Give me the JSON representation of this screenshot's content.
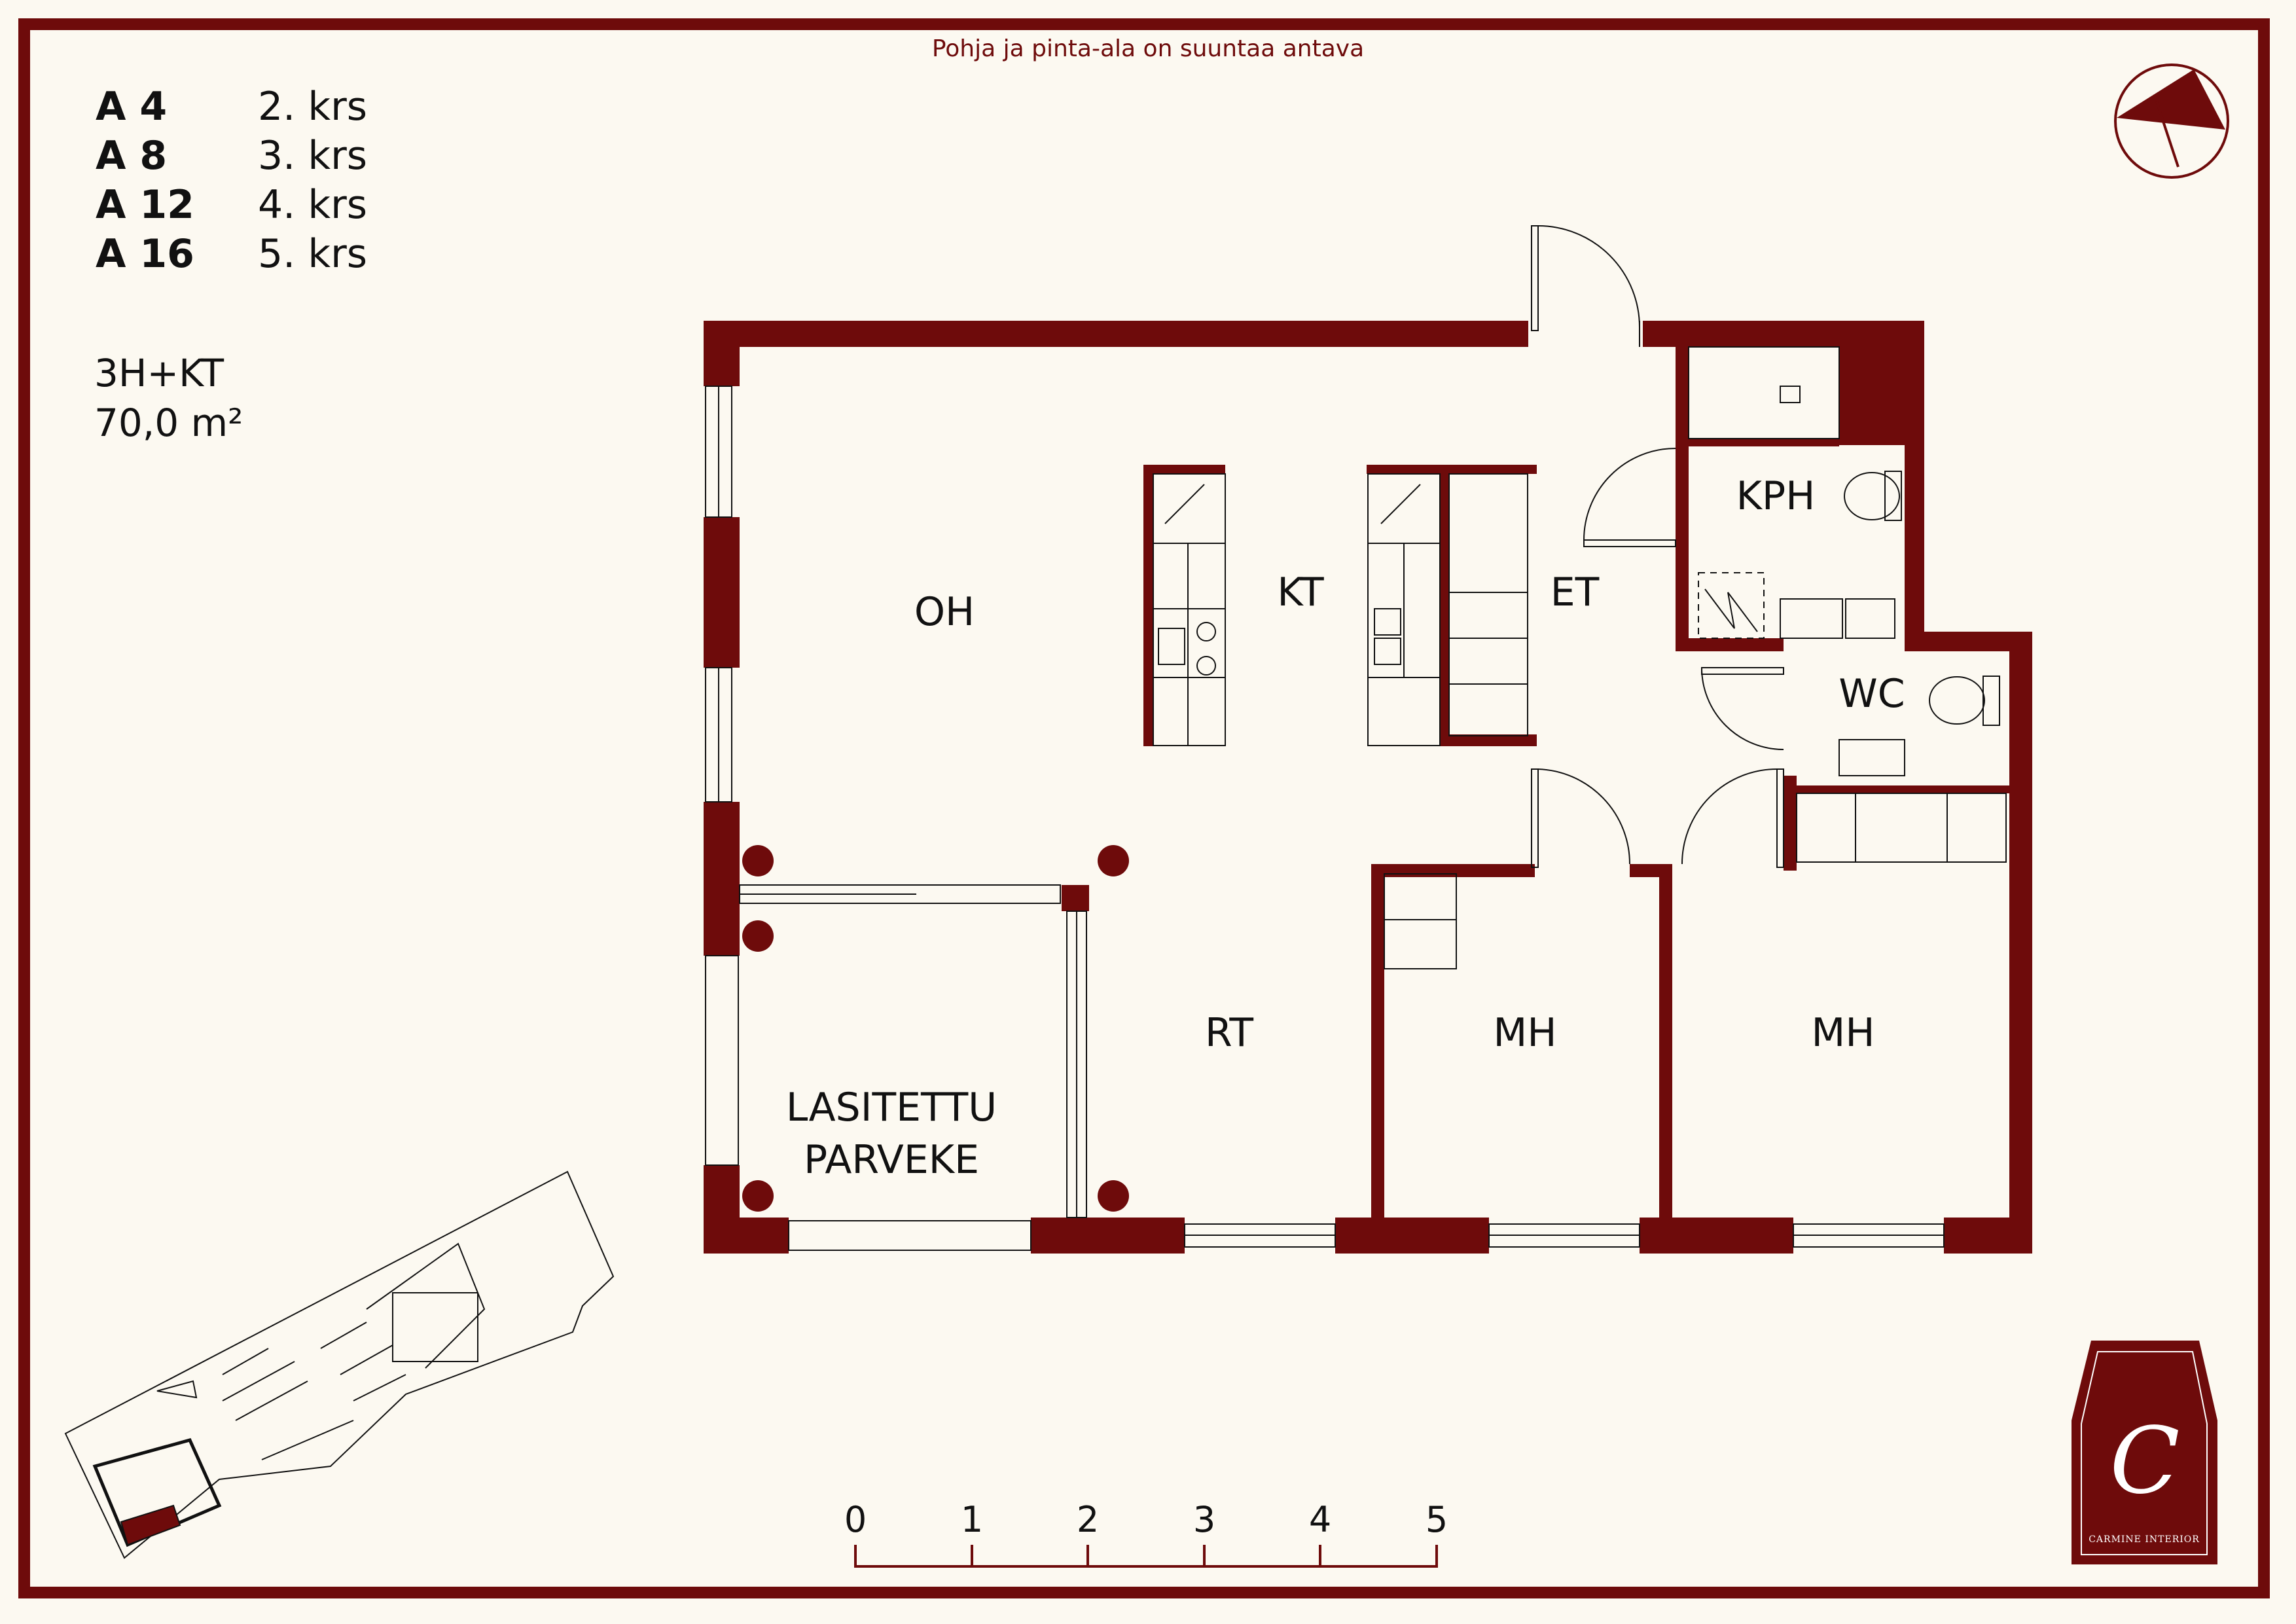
{
  "notice": "Pohja ja pinta-ala on suuntaa antava",
  "units": [
    {
      "code": "A 4",
      "floor": "2. krs"
    },
    {
      "code": "A 8",
      "floor": "3. krs"
    },
    {
      "code": "A 12",
      "floor": "4. krs"
    },
    {
      "code": "A 16",
      "floor": "5. krs"
    }
  ],
  "apartment": {
    "type": "3H+KT",
    "area": "70,0 m²"
  },
  "rooms": {
    "oh": "OH",
    "kt": "KT",
    "et": "ET",
    "kph": "KPH",
    "wc": "WC",
    "rt": "RT",
    "mh1": "MH",
    "mh2": "MH",
    "balcony_line1": "LASITETTU",
    "balcony_line2": "PARVEKE"
  },
  "scale": {
    "ticks": [
      "0",
      "1",
      "2",
      "3",
      "4",
      "5"
    ]
  },
  "logo": {
    "letter": "C",
    "brand": "CARMINE INTERIOR"
  },
  "colors": {
    "wall": "#6e0b0b",
    "background": "#fcf9f1"
  },
  "icons": [
    "compass-icon",
    "brand-logo"
  ]
}
